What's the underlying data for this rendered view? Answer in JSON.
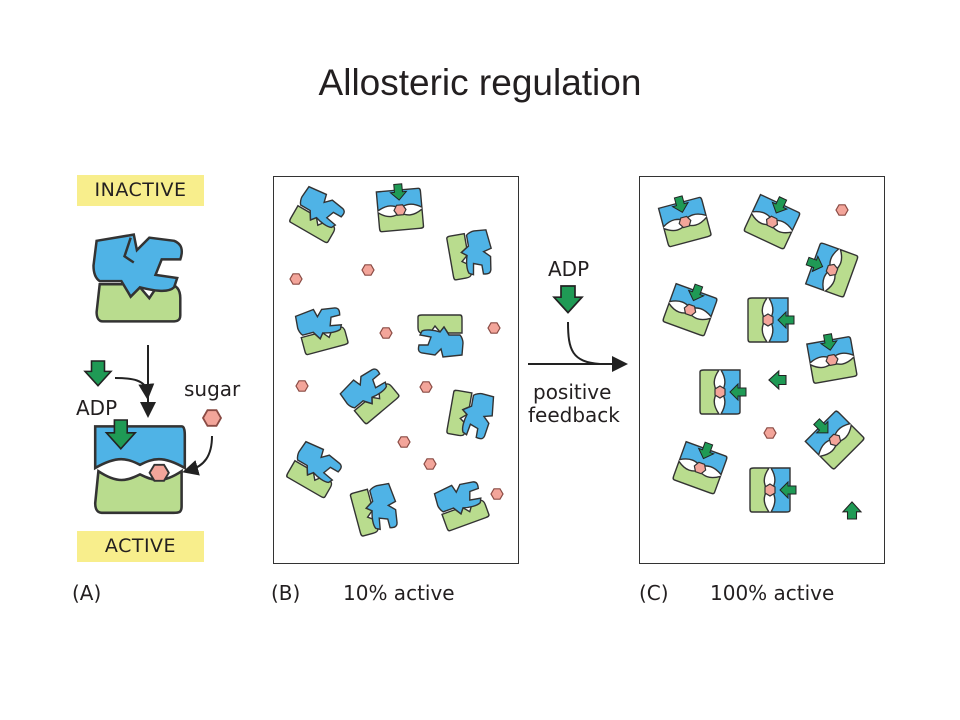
{
  "title": "Allosteric regulation",
  "panel_a": {
    "inactive_label": "INACTIVE",
    "active_label": "ACTIVE",
    "adp_label": "ADP",
    "sugar_label": "sugar",
    "caption": "(A)"
  },
  "panel_b": {
    "caption_letter": "(B)",
    "caption_text": "10% active"
  },
  "panel_c": {
    "caption_letter": "(C)",
    "caption_text": "100% active"
  },
  "middle": {
    "adp_label": "ADP",
    "feedback_line1": "positive",
    "feedback_line2": "feedback"
  },
  "colors": {
    "blue_subunit": "#4fb3e6",
    "green_subunit": "#b9dc8e",
    "active_green": "#8cc86a",
    "adp_green": "#1f9a55",
    "sugar_pink": "#f3a59a",
    "tag_yellow": "#f8ee8c"
  },
  "icons": [
    "adp-arrow-icon",
    "sugar-hexagon-icon",
    "enzyme-icon"
  ]
}
